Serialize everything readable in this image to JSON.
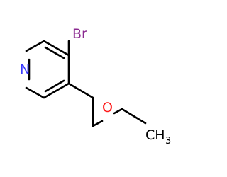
{
  "molecule": {
    "atoms": {
      "br": {
        "label": "Br",
        "color": "#8b2a90"
      },
      "n": {
        "label": "N",
        "color": "#3a3aff"
      },
      "o": {
        "label": "O",
        "color": "#ff1a1a"
      },
      "ch3": {
        "label": "CH",
        "subscript": "3",
        "color": "#000000"
      }
    },
    "bond_color": "#000000"
  }
}
